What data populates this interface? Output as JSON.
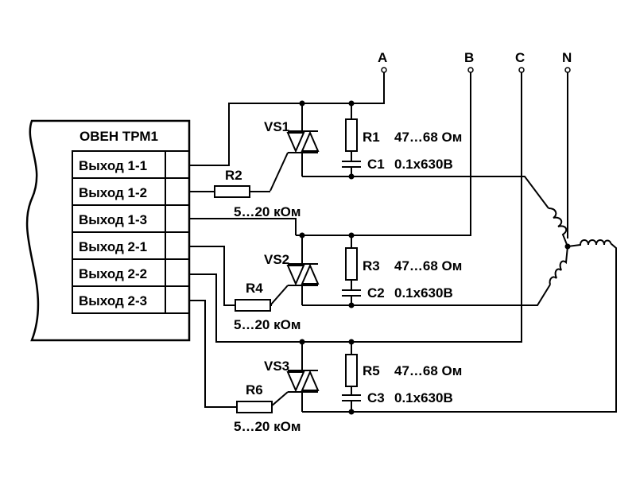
{
  "device": {
    "title": "ОВЕН ТРМ1",
    "outputs": [
      "Выход 1-1",
      "Выход 1-2",
      "Выход 1-3",
      "Выход 2-1",
      "Выход 2-2",
      "Выход 2-3"
    ]
  },
  "terminals": [
    "A",
    "B",
    "C",
    "N"
  ],
  "stages": [
    {
      "triac": "VS1",
      "gate_resistor": "R2",
      "gate_value": "5…20 кОм",
      "snubber_resistor": "R1",
      "snubber_resistor_value": "47…68 Ом",
      "snubber_capacitor": "C1",
      "snubber_capacitor_value": "0.1x630В"
    },
    {
      "triac": "VS2",
      "gate_resistor": "R4",
      "gate_value": "5…20 кОм",
      "snubber_resistor": "R3",
      "snubber_resistor_value": "47…68 Ом",
      "snubber_capacitor": "C2",
      "snubber_capacitor_value": "0.1x630В"
    },
    {
      "triac": "VS3",
      "gate_resistor": "R6",
      "gate_value": "5…20 кОм",
      "snubber_resistor": "R5",
      "snubber_resistor_value": "47…68 Ом",
      "snubber_capacitor": "C3",
      "snubber_capacitor_value": "0.1x630В"
    }
  ]
}
